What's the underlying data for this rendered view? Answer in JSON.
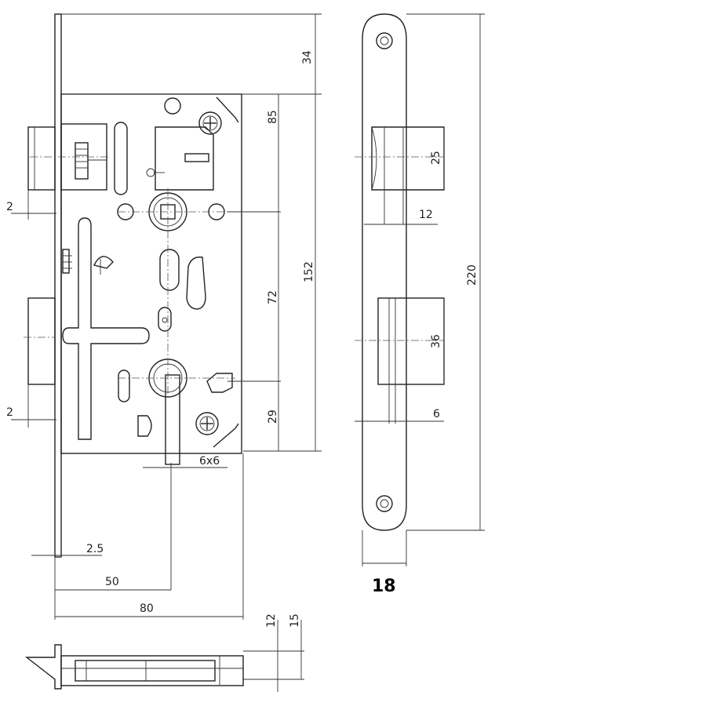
{
  "dimensions": {
    "d34": "34",
    "d85": "85",
    "d152": "152",
    "d72": "72",
    "d29": "29",
    "d6x6": "6x6",
    "d2_top": "2",
    "d2_bottom": "2",
    "d2_5": "2.5",
    "d50": "50",
    "d80": "80",
    "d12_side": "12",
    "d15_side": "15",
    "d25": "25",
    "d12_plate": "12",
    "d36": "36",
    "d6": "6",
    "d220": "220",
    "d18": "18"
  }
}
